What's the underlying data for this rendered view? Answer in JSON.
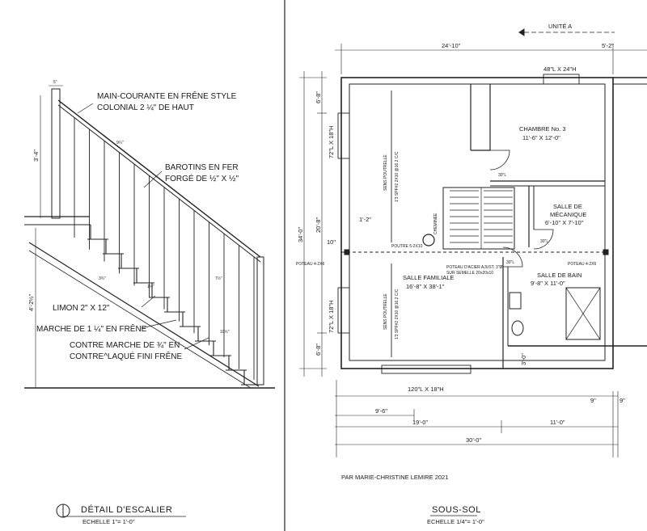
{
  "stair_detail": {
    "title": "DÉTAIL D'ESCALIER",
    "scale": "ECHELLE 1\"= 1'-0\"",
    "handrail_line1": "MAIN-COURANTE  EN FRÊNE STYLE",
    "handrail_line2": "COLONIAL 2 ¼\" DE HAUT",
    "baluster_line1": "BAROTINS EN FER",
    "baluster_line2": "FORGÉ DE ½\" X ½\"",
    "stringer": "LIMON 2\" X 12\"",
    "tread": "MARCHE DE 1 ¼\" EN FRÊNE",
    "riser_line1": "CONTRE MARCHE DE ¾\" EN",
    "riser_line2": "CONTRE^LAQUÉ FINI FRÊNE",
    "dim_top": "5\"",
    "dim_rail_height": "3'-4\"",
    "dim_total_height": "4'-2½\"",
    "dim_a": "9¼\"",
    "dim_b": "3¾\"",
    "dim_c": "7½\"",
    "dim_d": "1½\"",
    "dim_e": "10½\""
  },
  "floor_plan": {
    "title": "SOUS-SOL",
    "scale": "ECHELLE 1/4\"= 1'-0\"",
    "author": "PAR MARIE-CHRISTINE LEMIRE 2021",
    "unit_label": "UNITÉ A",
    "rooms": {
      "bedroom_name": "CHAMBRE No. 3",
      "bedroom_size": "11'-6\" X 12'-0\"",
      "mech_name1": "SALLE DE",
      "mech_name2": "MÉCANIQUE",
      "mech_size": "6'-10\" X 7'-10\"",
      "family_name": "SALLE FAMILIALE",
      "family_size": "16'-8\" X 38'-1\"",
      "bath_name": "SALLE DE BAIN",
      "bath_size": "9'-8\" X 11'-0\""
    },
    "windows": {
      "top": "48\"L X 24\"H",
      "left_upper": "72\"L X 18\"H",
      "left_lower": "72\"L X 18\"H",
      "bottom": "120\"L X 18\"H"
    },
    "dims": {
      "top_main": "24'-10\"",
      "top_right": "5'-2\"",
      "left_total": "34'-0\"",
      "left_top": "6'-8\"",
      "left_mid": "20'-8\"",
      "left_bottom": "6'-8\"",
      "left_small": "10\"",
      "stair_offset": "1'-2\"",
      "bath_notch": "3'-0\"",
      "bottom_a": "9'-6\"",
      "bottom_b": "19'-0\"",
      "bottom_c": "11'-0\"",
      "bottom_total": "30'-0\"",
      "bottom_right_a": "9\"",
      "bottom_right_b": "9\"",
      "door_bedroom": "30\"L",
      "door_mech": "30\"L",
      "door_bath": "30\"L"
    },
    "notes": {
      "joist_upper": "SENS POUTRELLE",
      "joist_upper_spec": "1'3 SPF#2 2X10 @16.2 C/C",
      "joist_lower": "SENS POUTRELLE",
      "joist_lower_spec": "1'3 SPF#2 2X10 @16.2 C/C",
      "beam": "POUTRE 5-2X10",
      "post_left": "POTEAU 4-2X6",
      "post_right": "POTEAU 4-2X6",
      "steel_post1": "POTEAU D'ACIER AJUST. 3\"Ø",
      "steel_post2": "SUR SEMELLE 20x20x10",
      "chimney": "CHEMINÉE"
    }
  }
}
